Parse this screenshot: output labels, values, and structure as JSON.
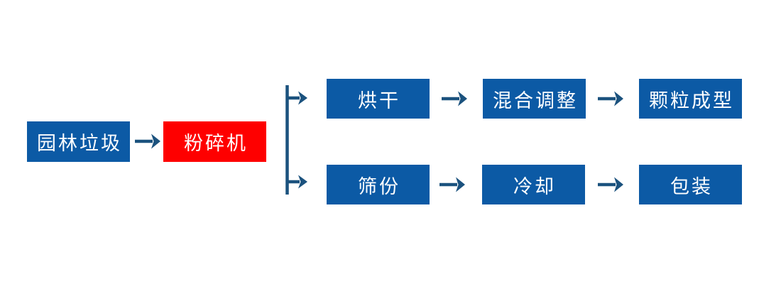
{
  "flowchart": {
    "source": {
      "label": "园林垃圾"
    },
    "crusher": {
      "label": "粉碎机"
    },
    "branch_top": {
      "steps": [
        "烘干",
        "混合调整",
        "颗粒成型"
      ]
    },
    "branch_bottom": {
      "steps": [
        "筛份",
        "冷却",
        "包装"
      ]
    },
    "icons": {
      "flow_arrow": "right-arrow",
      "branch_connector": "fork-right-arrows"
    },
    "colors": {
      "node_blue": "#0c5aa5",
      "node_red": "#fe0000",
      "connector_navy": "#1b527e",
      "node_text": "#ffffff",
      "background": "#ffffff"
    }
  }
}
